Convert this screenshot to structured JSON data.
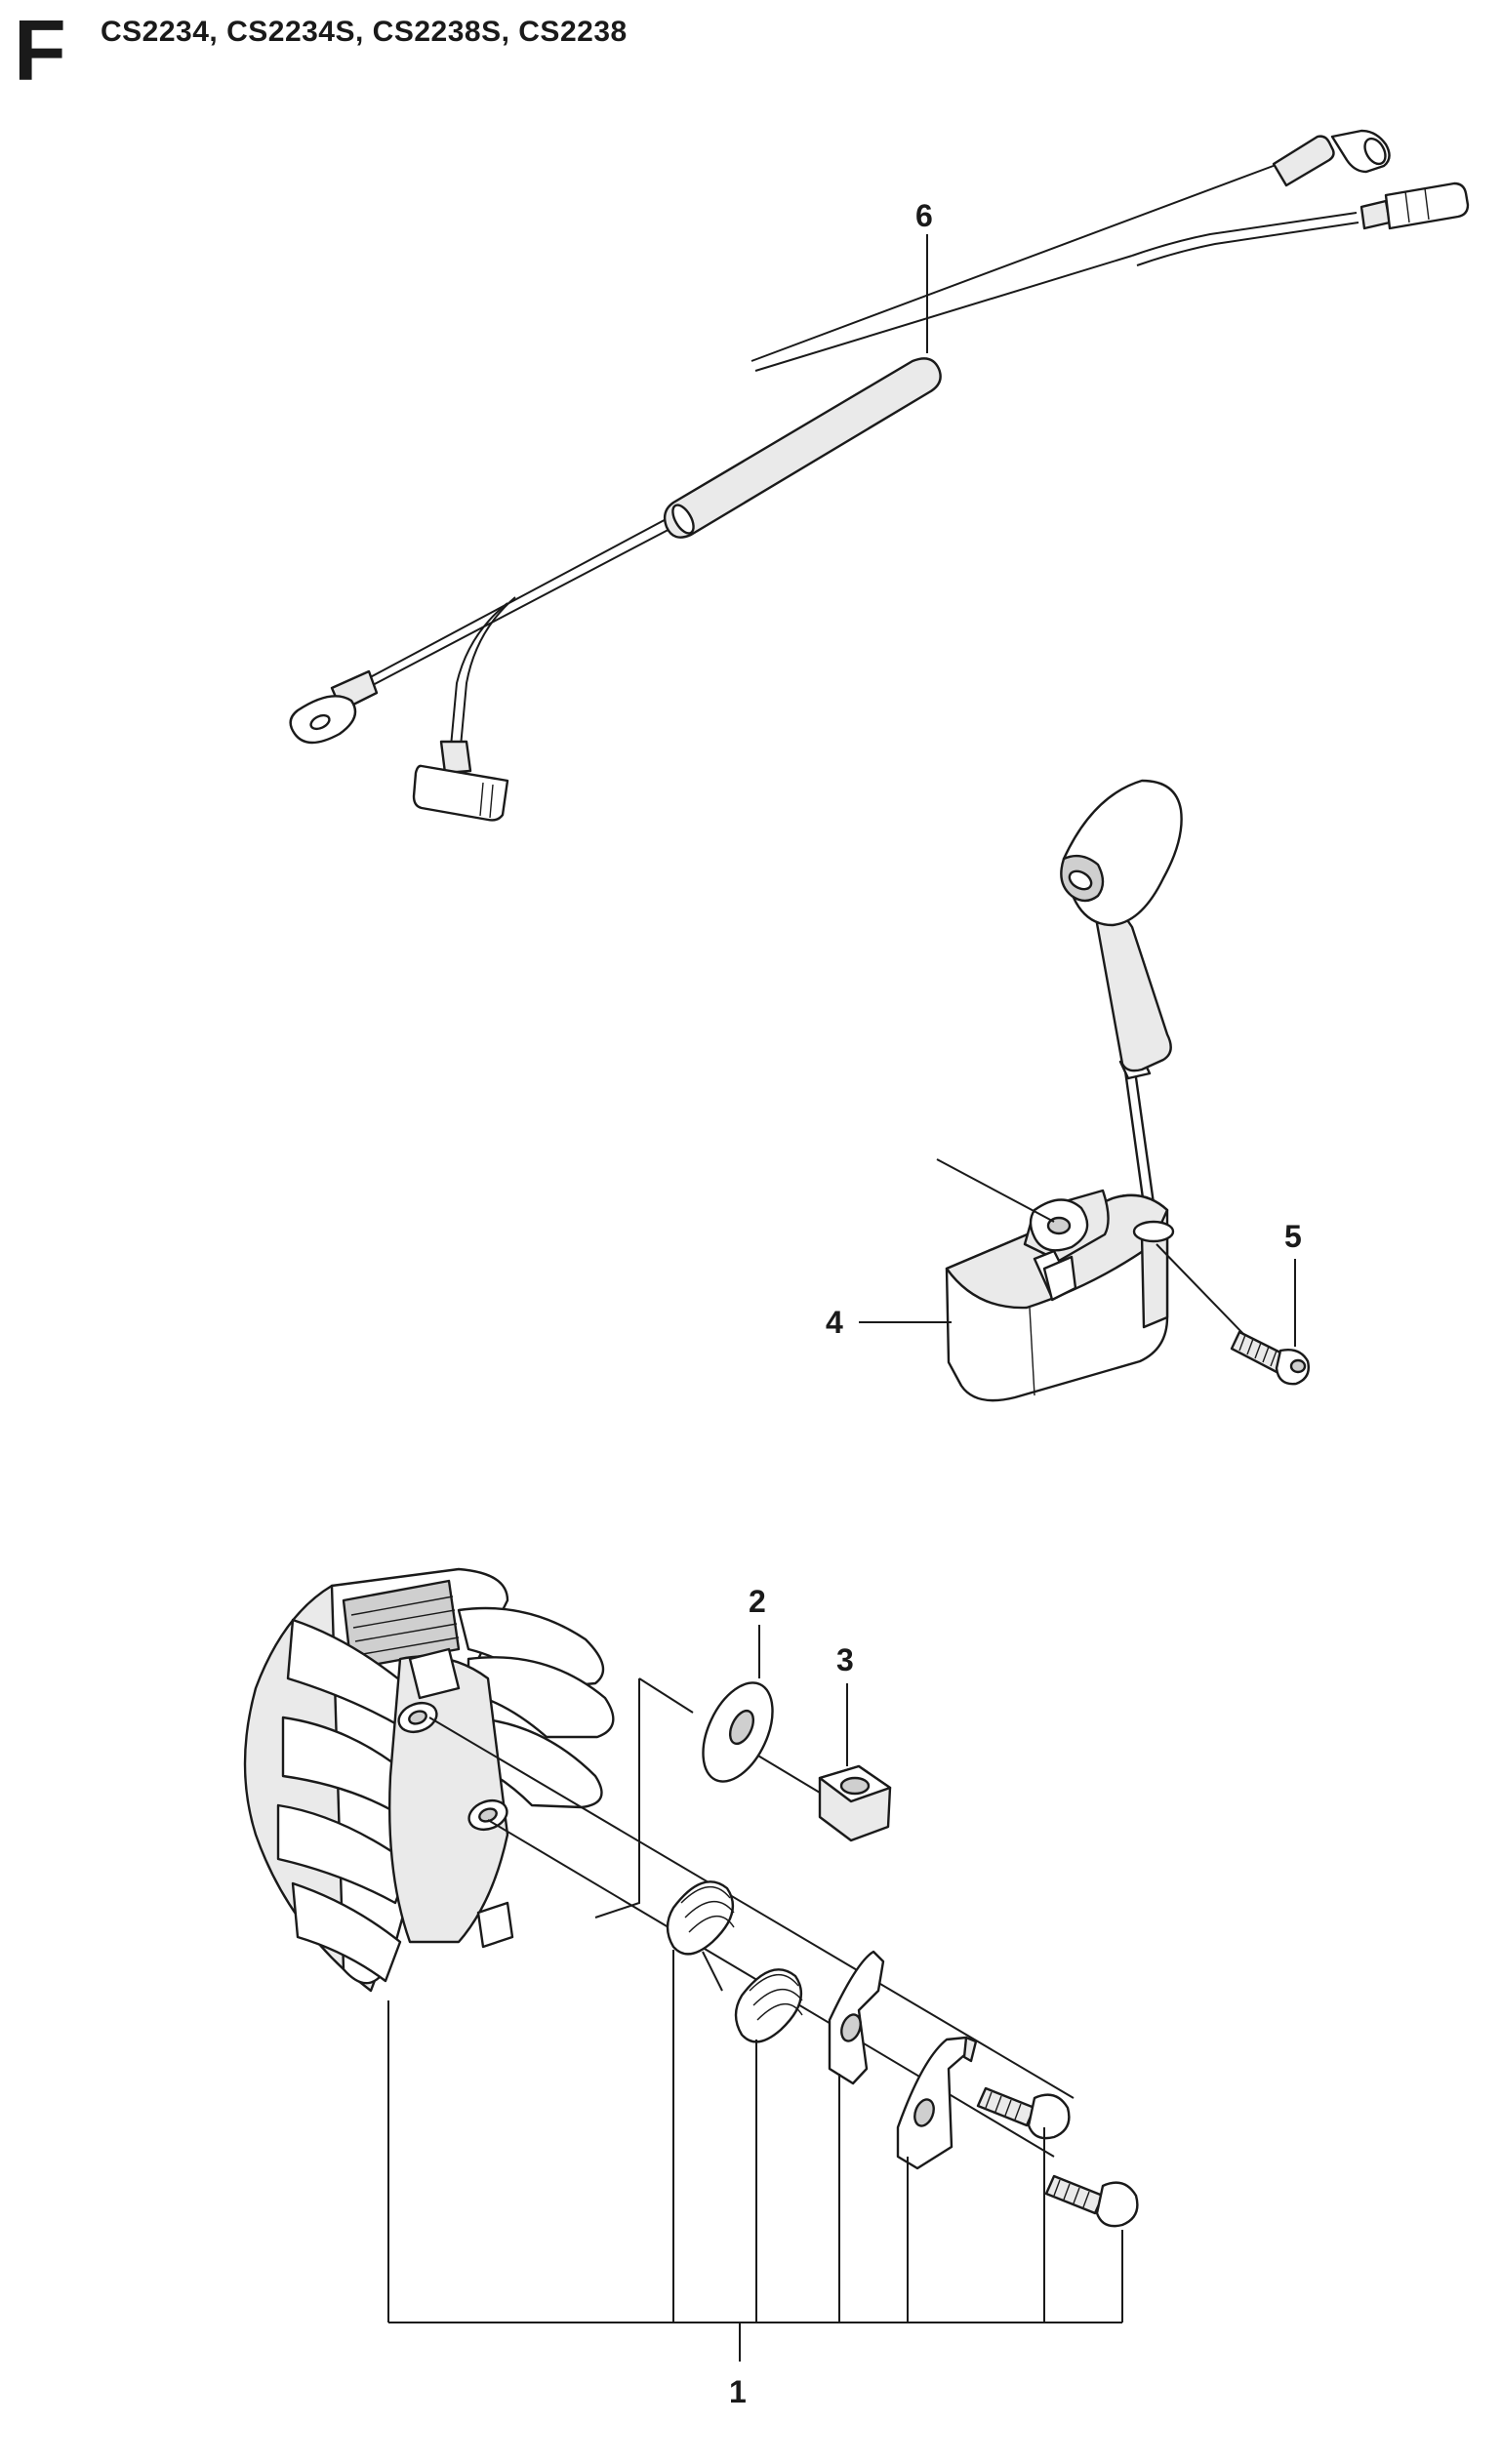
{
  "header": {
    "section_letter": "F",
    "models": "CS2234, CS2234S, CS2238S, CS2238"
  },
  "callouts": {
    "c1": "1",
    "c2": "2",
    "c3": "3",
    "c4": "4",
    "c5": "5",
    "c6": "6"
  }
}
